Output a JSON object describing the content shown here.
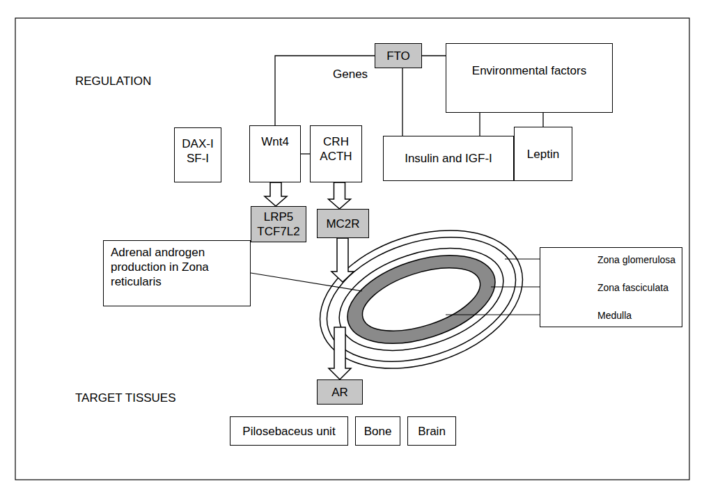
{
  "diagram": {
    "nodes": [
      {
        "text": [
          "FTO"
        ]
      },
      {
        "text": [
          "DAX-I",
          "SF-I"
        ]
      },
      {
        "text": [
          "Wnt4"
        ]
      },
      {
        "text": [
          "CRH",
          "ACTH"
        ]
      },
      {
        "text": [
          "Environmental factors"
        ]
      },
      {
        "text": [
          "Insulin and IGF-I"
        ]
      },
      {
        "text": [
          "Leptin"
        ]
      },
      {
        "text": [
          "LRP5",
          "TCF7L2"
        ]
      },
      {
        "text": [
          "MC2R"
        ]
      },
      {
        "text": [
          "Adrenal androgen production in Zona reticularis"
        ]
      },
      {
        "text": [
          "Zona glomerulosa",
          "Zona fasciculata",
          "Medulla"
        ]
      },
      {
        "text": [
          "AR"
        ]
      },
      {
        "text": [
          "Pilosebaceus unit"
        ]
      },
      {
        "text": [
          "Bone"
        ]
      },
      {
        "text": [
          "Brain"
        ]
      }
    ],
    "edges": [
      {
        "from": 0,
        "to": 2,
        "arrow": "none"
      },
      {
        "from": 0,
        "to": 5,
        "arrow": "none"
      },
      {
        "from": 0,
        "to": 4,
        "arrow": "none"
      },
      {
        "from": 2,
        "to": 3,
        "arrow": "none"
      },
      {
        "from": 4,
        "to": 5,
        "arrow": "none"
      },
      {
        "from": 4,
        "to": 6,
        "arrow": "none"
      },
      {
        "from": 2,
        "to": 7,
        "arrow": "to"
      },
      {
        "from": 3,
        "to": 8,
        "arrow": "to"
      }
    ],
    "labels": [
      "REGULATION",
      "Genes",
      "TARGET TISSUES"
    ]
  }
}
